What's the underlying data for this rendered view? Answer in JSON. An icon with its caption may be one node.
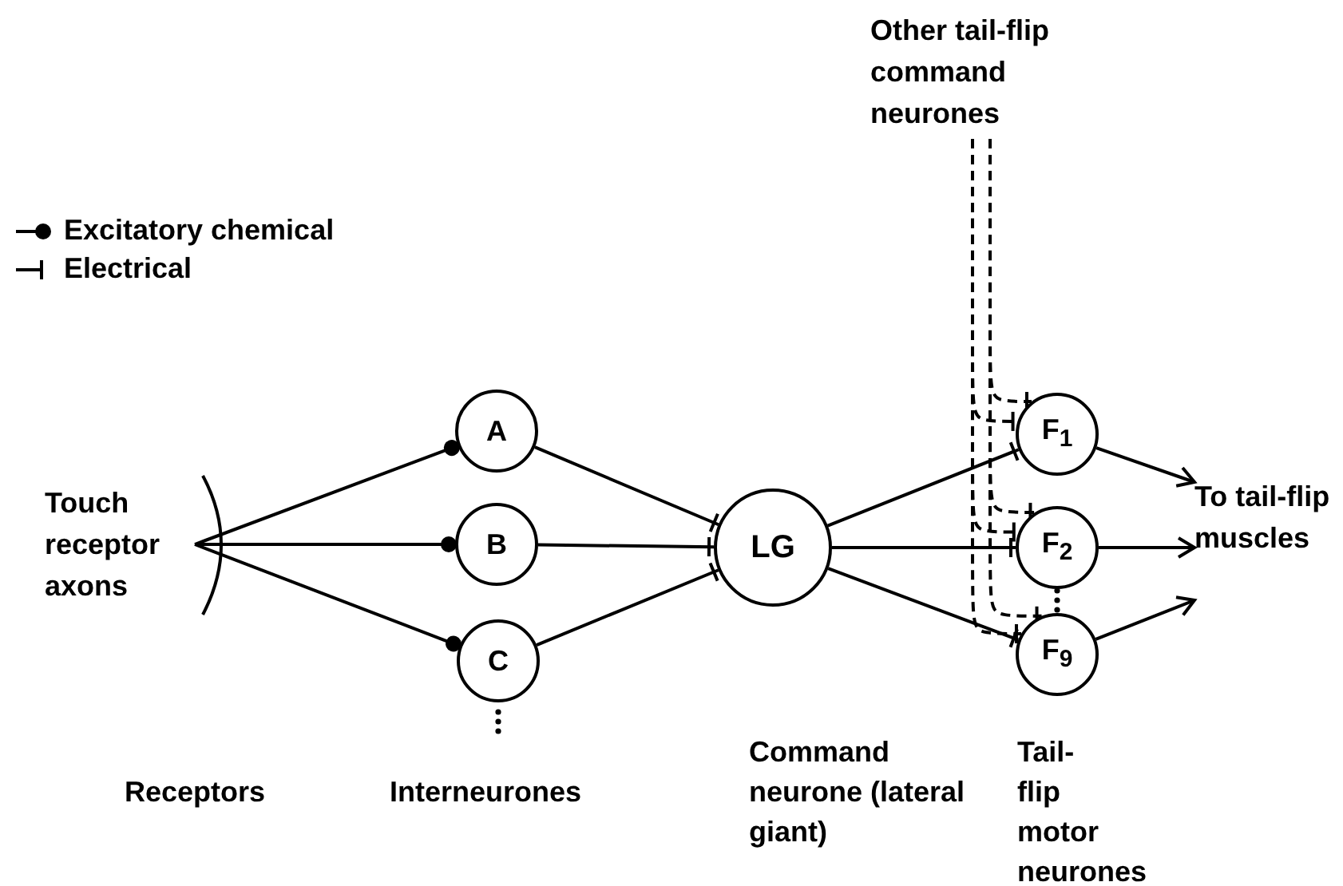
{
  "diagram": {
    "nodes": [
      {
        "text": [
          "Touch receptor axons"
        ]
      },
      {
        "text": [
          "A"
        ]
      },
      {
        "text": [
          "B"
        ]
      },
      {
        "text": [
          "C"
        ]
      },
      {
        "text": [
          "LG"
        ]
      },
      {
        "text": [
          "F$_{1}$"
        ]
      },
      {
        "text": [
          "F$_{2}$"
        ]
      },
      {
        "text": [
          "F$_{9}$"
        ]
      },
      {
        "text": [
          "Other tail-flip command neurones"
        ]
      },
      {
        "text": [
          "To tail-flip muscles"
        ]
      }
    ],
    "edges": [
      {
        "from": 0,
        "to": 1,
        "arrow": "other"
      },
      {
        "from": 0,
        "to": 2,
        "arrow": "other"
      },
      {
        "from": 0,
        "to": 3,
        "arrow": "other"
      },
      {
        "from": 1,
        "to": 4,
        "arrow": "other"
      },
      {
        "from": 2,
        "to": 4,
        "arrow": "other"
      },
      {
        "from": 3,
        "to": 4,
        "arrow": "other"
      },
      {
        "from": 4,
        "to": 5,
        "arrow": "other"
      },
      {
        "from": 4,
        "to": 6,
        "arrow": "other"
      },
      {
        "from": 4,
        "to": 7,
        "arrow": "other"
      },
      {
        "from": 8,
        "to": 5,
        "arrow": "other",
        "style": "dashed"
      },
      {
        "from": 8,
        "to": 6,
        "arrow": "other",
        "style": "dashed"
      },
      {
        "from": 8,
        "to": 7,
        "arrow": "other",
        "style": "dashed"
      },
      {
        "from": 8,
        "to": 5,
        "arrow": "other",
        "style": "dashed"
      },
      {
        "from": 8,
        "to": 6,
        "arrow": "other",
        "style": "dashed"
      },
      {
        "from": 8,
        "to": 7,
        "arrow": "other",
        "style": "dashed"
      },
      {
        "from": 5,
        "to": 9,
        "arrow": "to"
      },
      {
        "from": 6,
        "to": 9,
        "arrow": "to"
      },
      {
        "from": 7,
        "to": 9,
        "arrow": "to"
      }
    ],
    "labels": [
      "Receptors",
      "Interneurones",
      "Command neurone (lateral giant)",
      "Tail-flip motor neurones"
    ],
    "legend": [
      {
        "text": "Excitatory chemical"
      },
      {
        "text": "Electrical"
      }
    ]
  }
}
